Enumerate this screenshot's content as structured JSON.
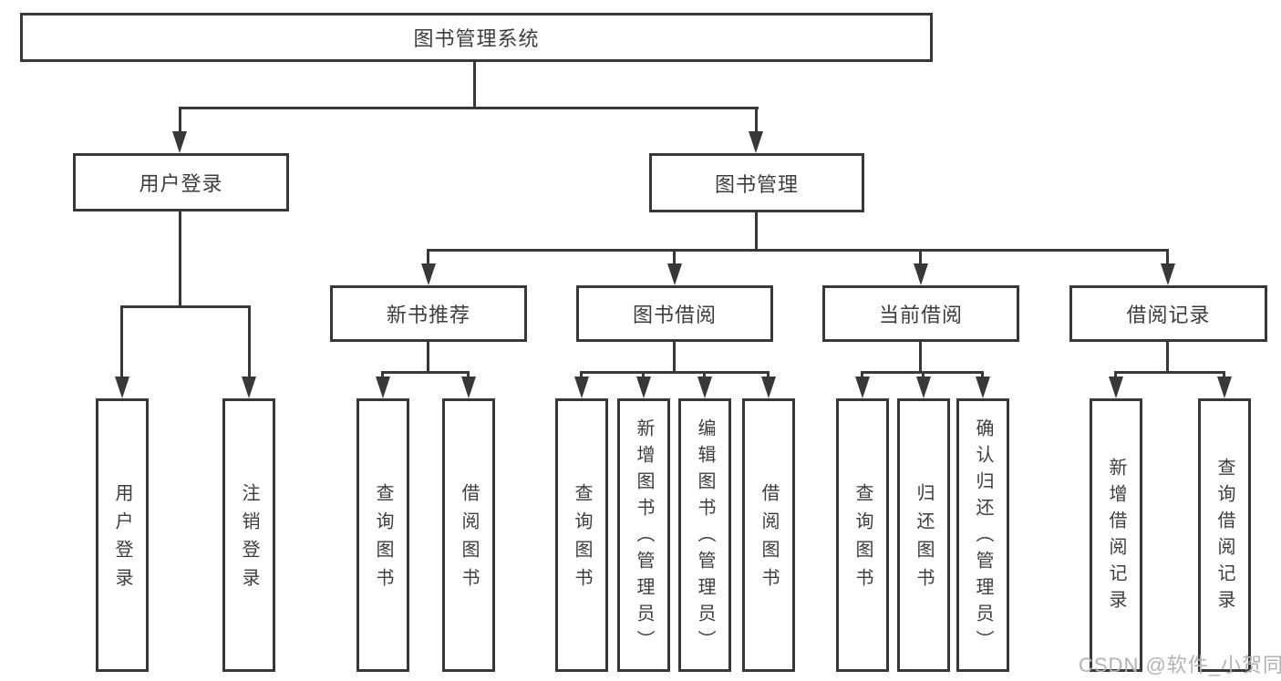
{
  "tree": {
    "label": "图书管理系统",
    "children": [
      {
        "label": "用户登录",
        "children": [
          {
            "label": "用户登录"
          },
          {
            "label": "注销登录"
          }
        ]
      },
      {
        "label": "图书管理",
        "children": [
          {
            "label": "新书推荐",
            "children": [
              {
                "label": "查询图书"
              },
              {
                "label": "借阅图书"
              }
            ]
          },
          {
            "label": "图书借阅",
            "children": [
              {
                "label": "查询图书"
              },
              {
                "label": "新增图书（管理员）"
              },
              {
                "label": "编辑图书（管理员）"
              },
              {
                "label": "借阅图书"
              }
            ]
          },
          {
            "label": "当前借阅",
            "children": [
              {
                "label": "查询图书"
              },
              {
                "label": "归还图书"
              },
              {
                "label": "确认归还（管理员）"
              }
            ]
          },
          {
            "label": "借阅记录",
            "children": [
              {
                "label": "新增借阅记录"
              },
              {
                "label": "查询借阅记录"
              }
            ]
          }
        ]
      }
    ]
  },
  "watermark": {
    "text": "CSDN @软件_小贺同学"
  },
  "colors": {
    "line": "#383838",
    "text": "#3d3d3d",
    "watermark": "#b3b3b3",
    "background": "#ffffff"
  }
}
